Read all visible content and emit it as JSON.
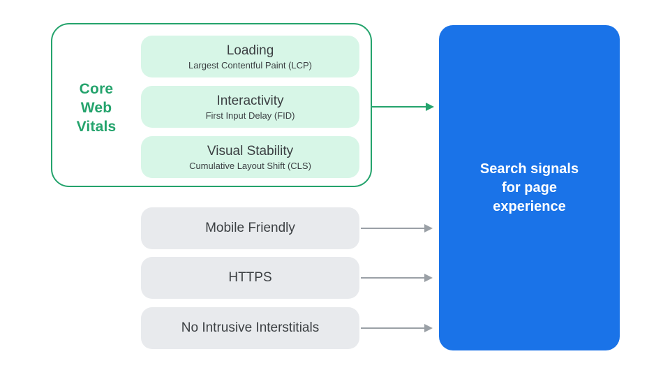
{
  "colors": {
    "green": "#24A36C",
    "mint": "#D7F6E7",
    "blue": "#1A73E8",
    "gray-fill": "#E8EAED",
    "gray-arrow": "#9AA0A6",
    "text-dark": "#3C4043",
    "white": "#FFFFFF"
  },
  "core_web_vitals": {
    "label": "Core\nWeb\nVitals",
    "items": [
      {
        "title": "Loading",
        "subtitle": "Largest Contentful Paint (LCP)"
      },
      {
        "title": "Interactivity",
        "subtitle": "First Input Delay (FID)"
      },
      {
        "title": "Visual Stability",
        "subtitle": "Cumulative Layout Shift (CLS)"
      }
    ]
  },
  "other_signals": [
    {
      "label": "Mobile Friendly"
    },
    {
      "label": "HTTPS"
    },
    {
      "label": "No Intrusive Interstitials"
    }
  ],
  "result": {
    "label": "Search signals\nfor page\nexperience"
  }
}
